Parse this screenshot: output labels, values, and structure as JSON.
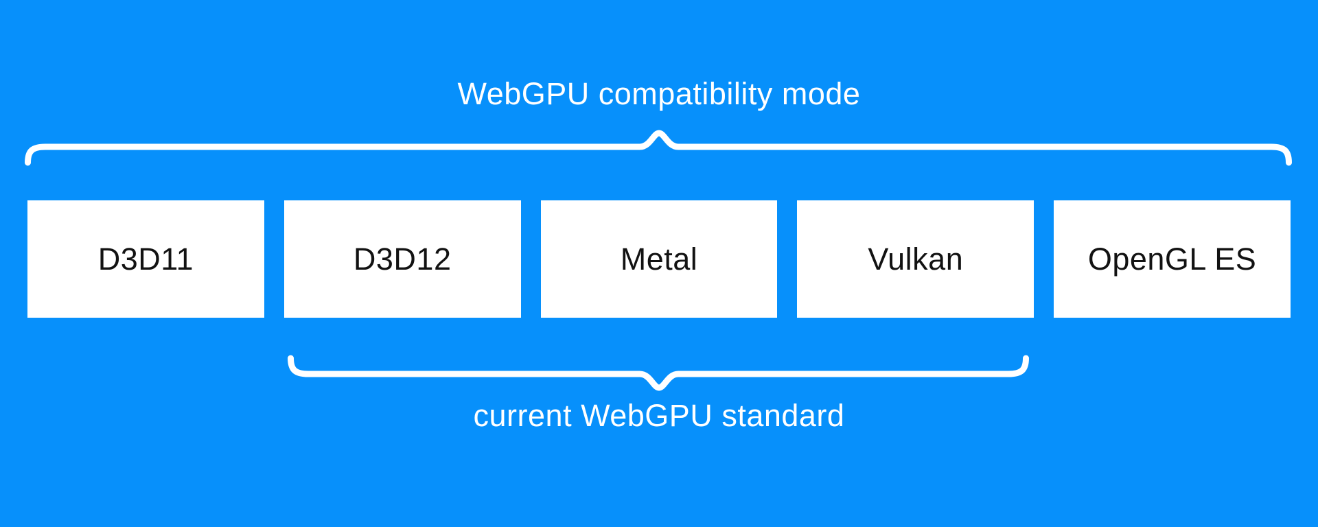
{
  "diagram": {
    "top_brace_label": "WebGPU compatibility mode",
    "bottom_brace_label": "current WebGPU standard",
    "backends": [
      {
        "label": "D3D11"
      },
      {
        "label": "D3D12"
      },
      {
        "label": "Metal"
      },
      {
        "label": "Vulkan"
      },
      {
        "label": "OpenGL ES"
      }
    ],
    "colors": {
      "background": "#0790fb",
      "box_background": "#ffffff",
      "box_text": "#121212",
      "label_text": "#ffffff",
      "brace_stroke": "#ffffff"
    }
  }
}
